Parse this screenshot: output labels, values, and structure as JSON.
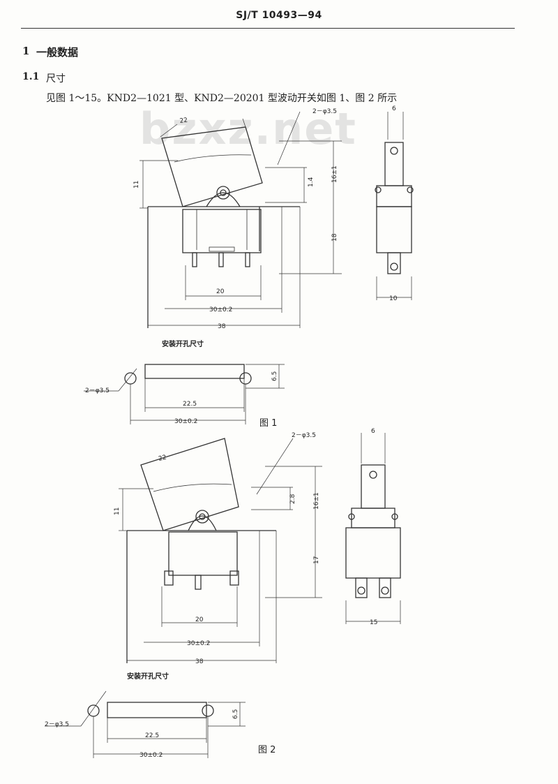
{
  "header": {
    "code": "SJ/T 10493—94"
  },
  "watermark": "bzxz.net",
  "sections": {
    "s1": {
      "num": "1",
      "title": "一般数据"
    },
    "s11": {
      "num": "1.1",
      "title": "尺寸"
    },
    "intro": "见图 1～15。KND2—1021 型、KND2—20201 型波动开关如图 1、图 2 所示"
  },
  "figure1": {
    "caption": "图 1",
    "mount_title": "安装开孔尺寸",
    "dims": {
      "rocker": "22",
      "hole": "2－φ3.5",
      "width_side": "6",
      "h11": "11",
      "h14": "1.4",
      "h16": "16±1",
      "h18": "18",
      "w20": "20",
      "w30": "30±0.2",
      "w38": "38",
      "side_w": "10",
      "m_hole": "2－φ3.5",
      "m_w22": "22.5",
      "m_w30": "30±0.2",
      "m_h": "6.5"
    }
  },
  "figure2": {
    "caption": "图 2",
    "mount_title": "安装开孔尺寸",
    "dims": {
      "rocker": "22",
      "hole": "2－φ3.5",
      "width_side": "6",
      "h11": "11",
      "h28": "2.8",
      "h16": "16±1",
      "h17": "17",
      "w20": "20",
      "w30": "30±0.2",
      "w38": "38",
      "side_w": "15",
      "m_hole": "2－φ3.5",
      "m_w22": "22.5",
      "m_w30": "30±0.2",
      "m_h": "6.5"
    }
  }
}
